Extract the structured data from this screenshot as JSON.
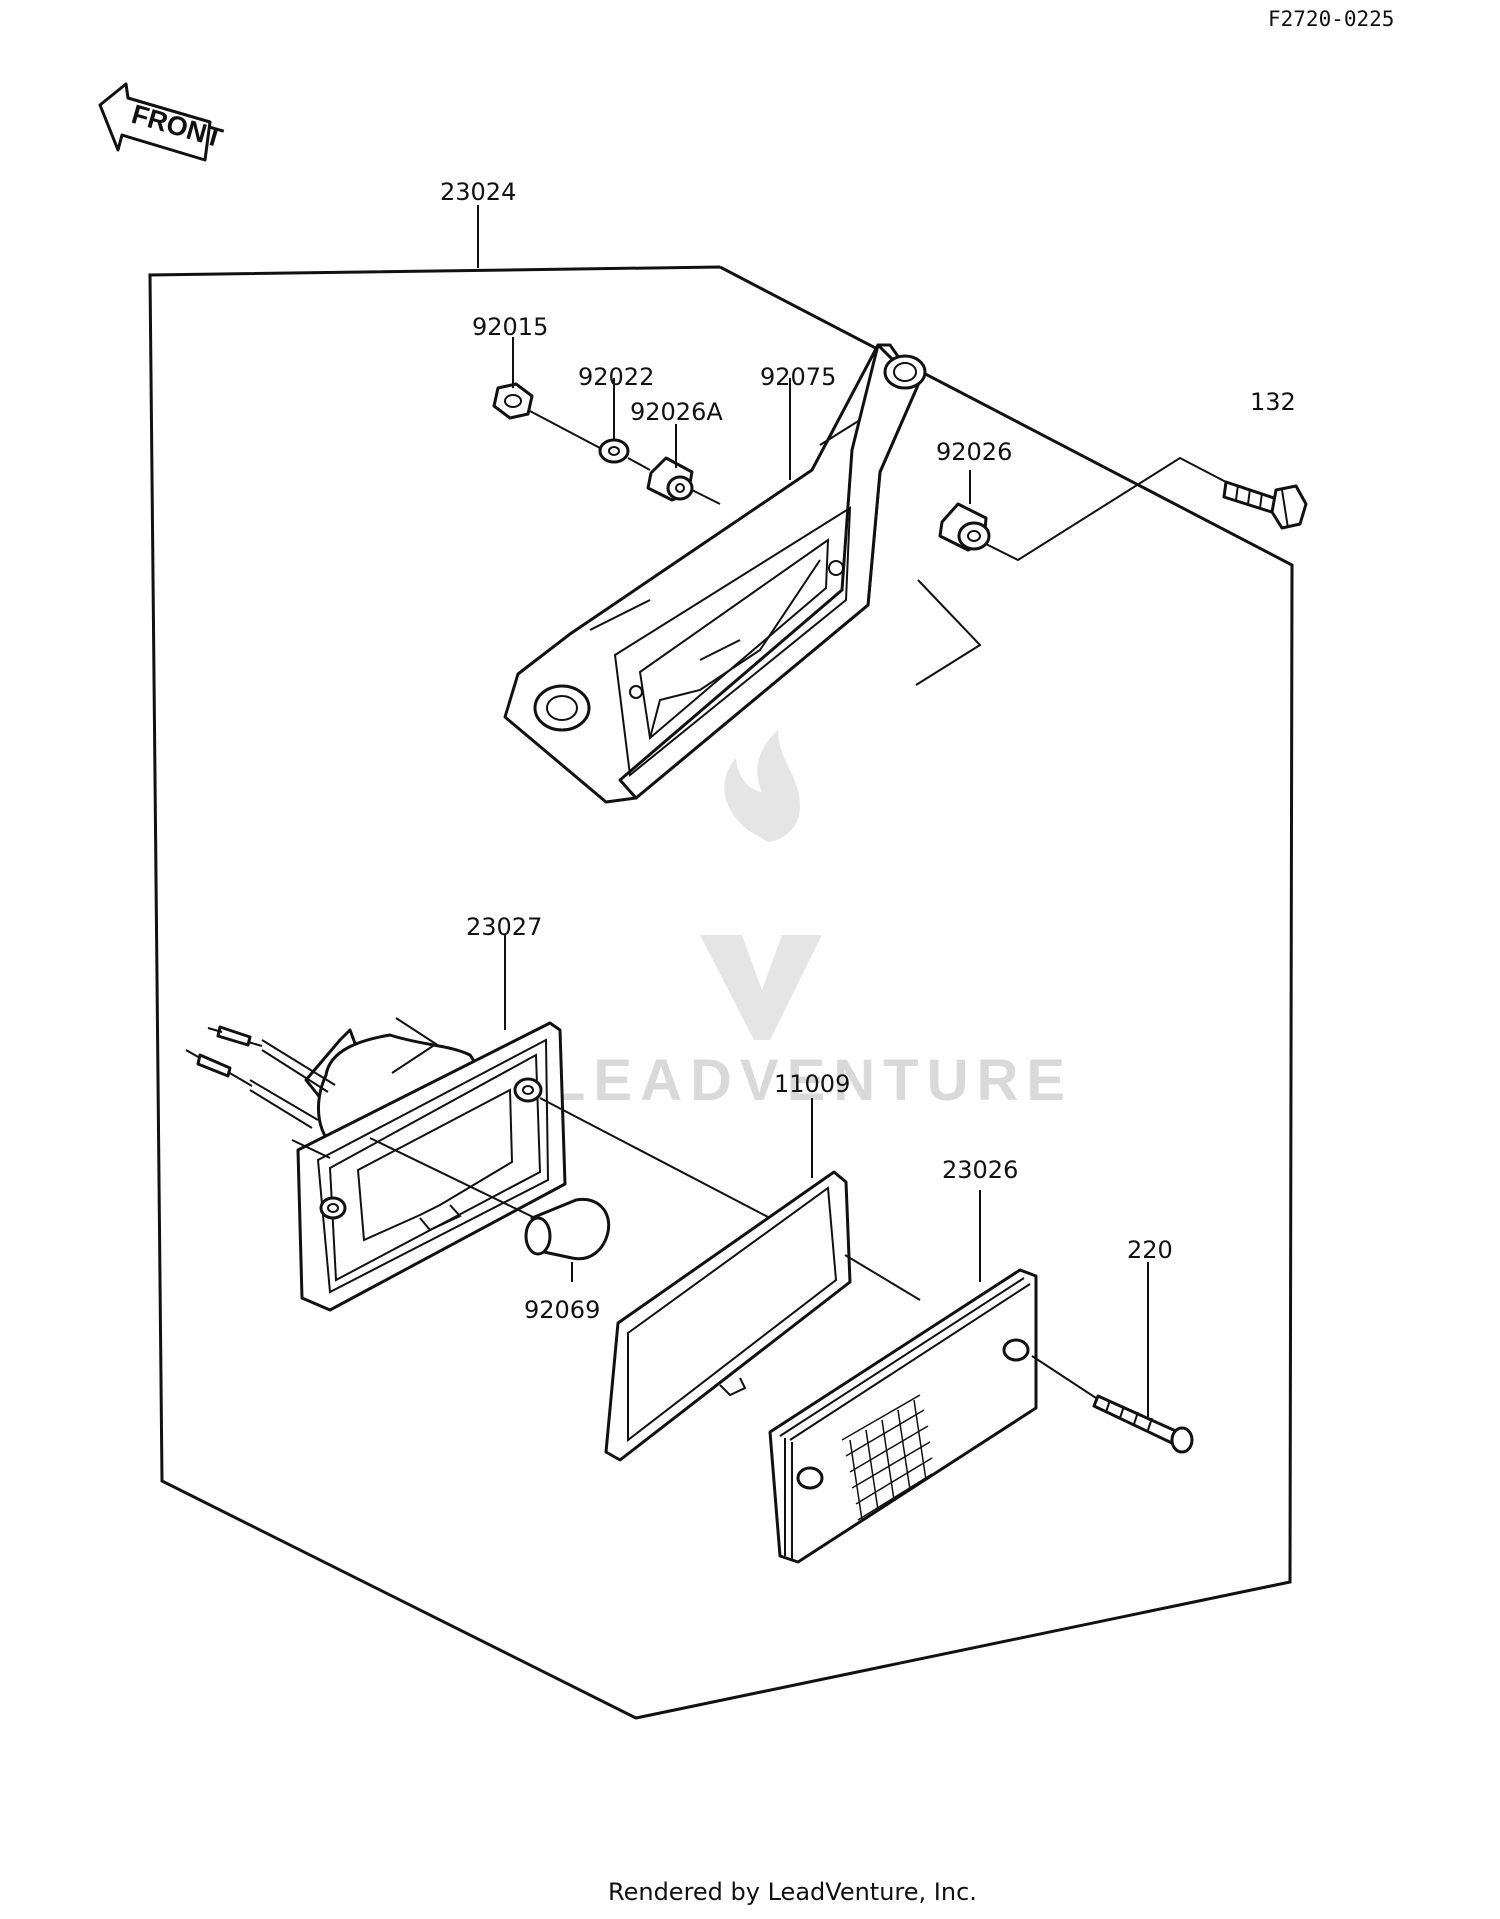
{
  "diagram_id": "F2720-0225",
  "front_label": "FRONT",
  "watermark": "LEADVENTURE",
  "footer": "Rendered by LeadVenture, Inc.",
  "parts": {
    "assembly": "23024",
    "nut": "92015",
    "washer": "92022",
    "collar_a": "92026A",
    "housing": "92075",
    "collar": "92026",
    "bolt": "132",
    "lamp_unit": "23027",
    "bulb": "92069",
    "gasket": "11009",
    "lens": "23026",
    "screw": "220"
  }
}
